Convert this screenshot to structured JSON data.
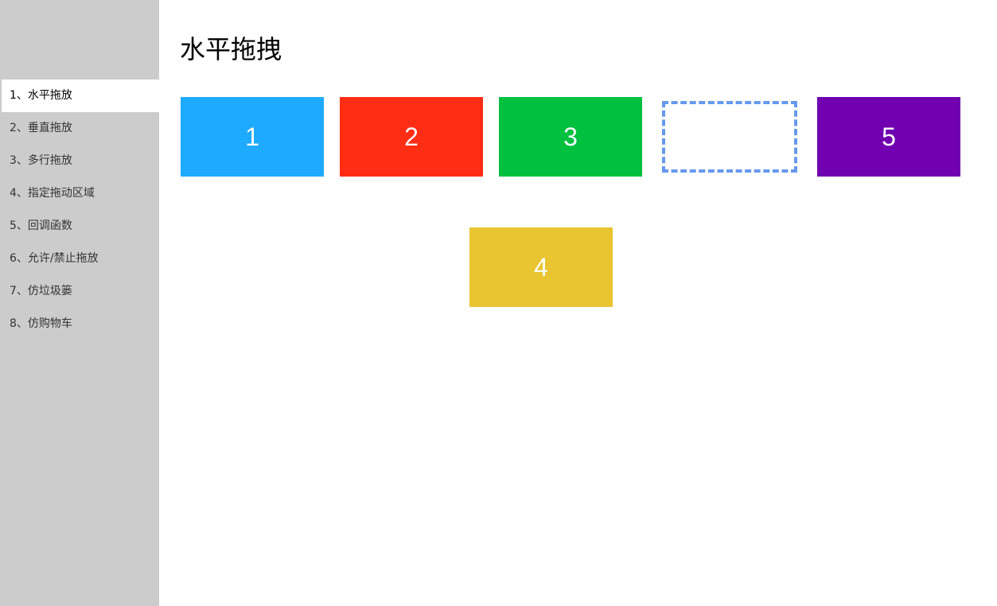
{
  "sidebar": {
    "items": [
      {
        "label": "1、水平拖放",
        "active": true
      },
      {
        "label": "2、垂直拖放",
        "active": false
      },
      {
        "label": "3、多行拖放",
        "active": false
      },
      {
        "label": "4、指定拖动区域",
        "active": false
      },
      {
        "label": "5、回调函数",
        "active": false
      },
      {
        "label": "6、允许/禁止拖放",
        "active": false
      },
      {
        "label": "7、仿垃圾篓",
        "active": false
      },
      {
        "label": "8、仿购物车",
        "active": false
      }
    ]
  },
  "main": {
    "title": "水平拖拽",
    "boxes": [
      {
        "label": "1",
        "color": "#1eaaff"
      },
      {
        "label": "2",
        "color": "#ff2d14"
      },
      {
        "label": "3",
        "color": "#00c040"
      },
      {
        "label": "5",
        "color": "#7000b0"
      }
    ],
    "dragging_box": {
      "label": "4",
      "color": "#e8c531"
    },
    "placeholder_color": "#6699ee"
  }
}
